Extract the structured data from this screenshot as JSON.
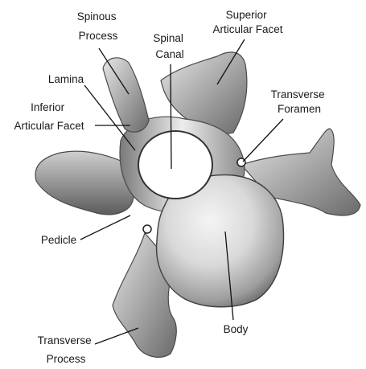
{
  "labels": {
    "spinous_process": [
      "Spinous",
      "Process"
    ],
    "superior_articular_facet": [
      "Superior",
      "Articular Facet"
    ],
    "spinal_canal": [
      "Spinal",
      "Canal"
    ],
    "lamina": [
      "Lamina"
    ],
    "inferior_articular_facet": [
      "Inferior",
      "Articular Facet"
    ],
    "transverse_foramen": [
      "Transverse",
      "Foramen"
    ],
    "pedicle": [
      "Pedicle"
    ],
    "body": [
      "Body"
    ],
    "transverse_process": [
      "Transverse",
      "Process"
    ]
  }
}
